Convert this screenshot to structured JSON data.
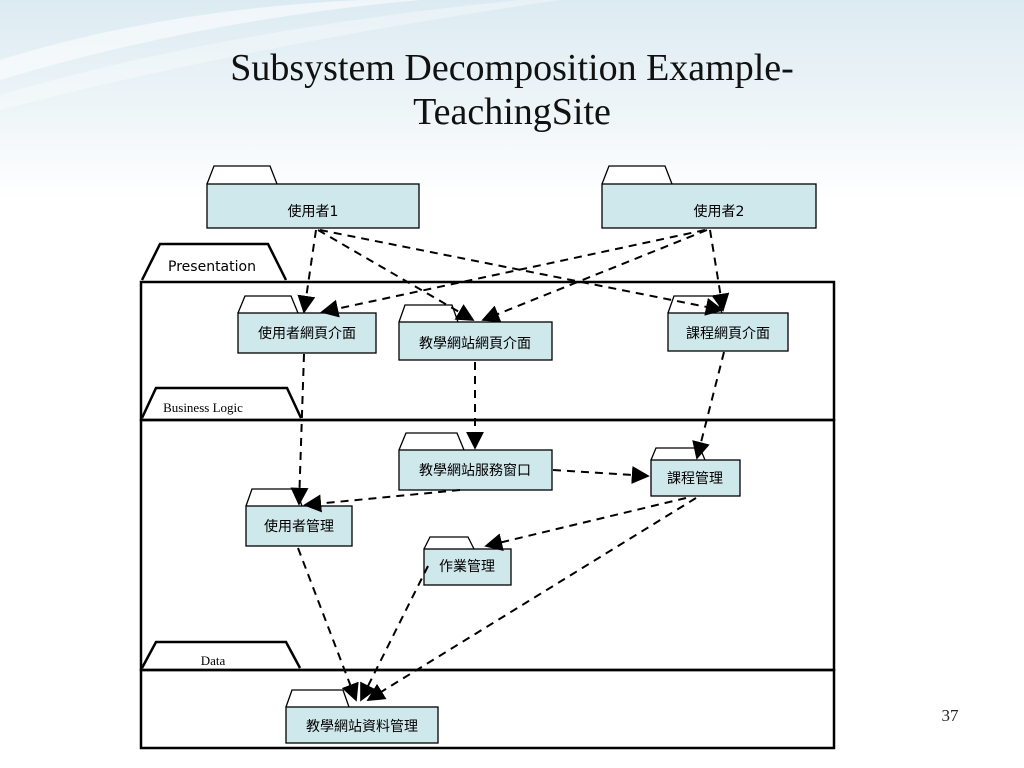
{
  "title": {
    "line1": "Subsystem Decomposition Example-",
    "line2": "TeachingSite"
  },
  "layers": {
    "presentation": "Presentation",
    "business_logic": "Business Logic",
    "data": "Data"
  },
  "packages": {
    "user1": "使用者1",
    "user2": "使用者2",
    "user_web_ui": "使用者網頁介面",
    "site_web_ui": "教學網站網頁介面",
    "course_web_ui": "課程網頁介面",
    "site_service": "教學網站服務窗口",
    "course_mgmt": "課程管理",
    "user_mgmt": "使用者管理",
    "assignment_mgmt": "作業管理",
    "site_data_mgmt": "教學網站資料管理"
  },
  "page_number": "37",
  "colors": {
    "package_fill": "#cfe8ec",
    "stroke": "#000000",
    "background_tint": "#dcebf2"
  }
}
